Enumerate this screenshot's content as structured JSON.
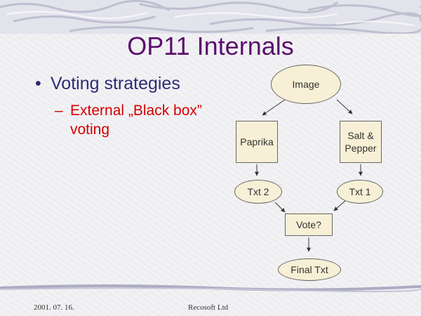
{
  "slide": {
    "title": "OP11 Internals",
    "bullet": "Voting strategies",
    "sub_bullet": "External „Black box” voting",
    "sub_bullet_marker": "–"
  },
  "diagram": {
    "image": "Image",
    "paprika": "Paprika",
    "salt_pepper": "Salt & Pepper",
    "txt2": "Txt 2",
    "txt1": "Txt 1",
    "vote": "Vote?",
    "final": "Final Txt"
  },
  "footer": {
    "date": "2001. 07. 16.",
    "company": "Recosoft Ltd"
  },
  "colors": {
    "title": "#5b0f6b",
    "bullet": "#2f2b74",
    "sub_bullet": "#d40000",
    "node_fill": "#f7f0d6"
  }
}
